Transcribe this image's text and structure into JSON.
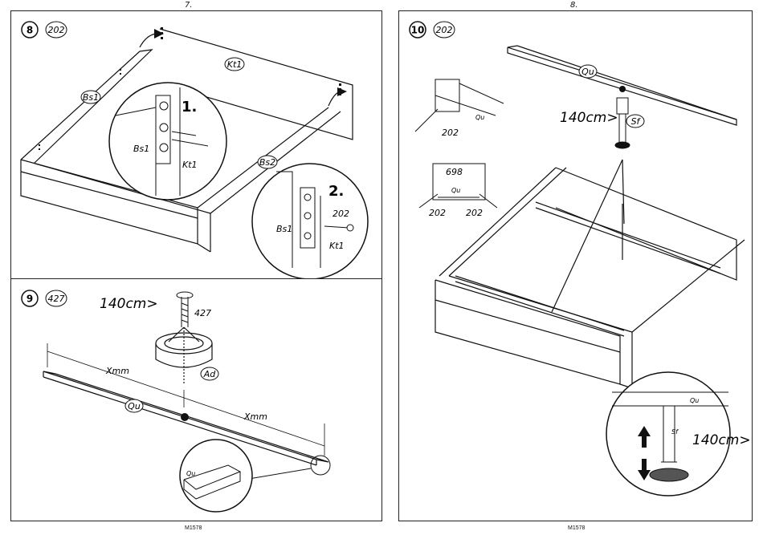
{
  "left_page": {
    "page_number": "7.",
    "footer": "M1578"
  },
  "right_page": {
    "page_number": "8.",
    "footer": "M1578"
  },
  "step8": {
    "step": "8",
    "part_code": "202",
    "labels": {
      "kt1": "Kt1",
      "bs1": "Bs1",
      "bs2": "Bs2"
    },
    "substep1": "1.",
    "substep2": "2.",
    "zoom1": {
      "bs1": "Bs1",
      "kt1": "Kt1"
    },
    "zoom2": {
      "bs1": "Bs1",
      "kt1": "Kt1",
      "screw": "202"
    }
  },
  "step9": {
    "step": "9",
    "part_code": "427",
    "size": "140cm>",
    "screw": "427",
    "adapter": "Ad",
    "distance_left": "Xmm",
    "distance_right": "Xmm",
    "rail": "Qu",
    "zoom_rail": "Qu"
  },
  "step10": {
    "step": "10",
    "part_code": "202",
    "rail": "Qu",
    "size_top": "140cm>",
    "foot": "Sf",
    "bracket_rail": "Qu",
    "bracket_screw": "202",
    "bracket2_code": "698",
    "bracket2_rail": "Qu",
    "bracket2_screw_left": "202",
    "bracket2_screw_right": "202",
    "zoom_rail": "Qu",
    "zoom_foot": "Sf",
    "zoom_size": "140cm>"
  }
}
